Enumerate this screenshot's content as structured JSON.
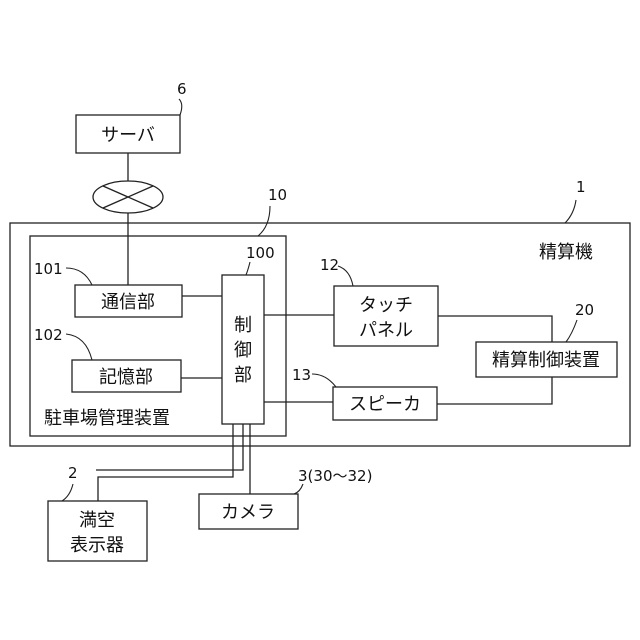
{
  "server": {
    "label": "サーバ",
    "ref": "6"
  },
  "settlement_machine": {
    "label": "精算機",
    "ref": "1"
  },
  "parking_manager": {
    "label": "駐車場管理装置",
    "ref": "10"
  },
  "communication_unit": {
    "label": "通信部",
    "ref": "101"
  },
  "storage_unit": {
    "label": "記憶部",
    "ref": "102"
  },
  "control_unit": {
    "label_lines": [
      "制",
      "御",
      "部"
    ],
    "ref": "100"
  },
  "touch_panel": {
    "label_lines": [
      "タッチ",
      "パネル"
    ],
    "ref": "12"
  },
  "speaker": {
    "label": "スピーカ",
    "ref": "13"
  },
  "settlement_controller": {
    "label": "精算制御装置",
    "ref": "20"
  },
  "vacancy_display": {
    "label_lines": [
      "満空",
      "表示器"
    ],
    "ref": "2"
  },
  "camera": {
    "label": "カメラ",
    "ref": "3(30～32)"
  }
}
